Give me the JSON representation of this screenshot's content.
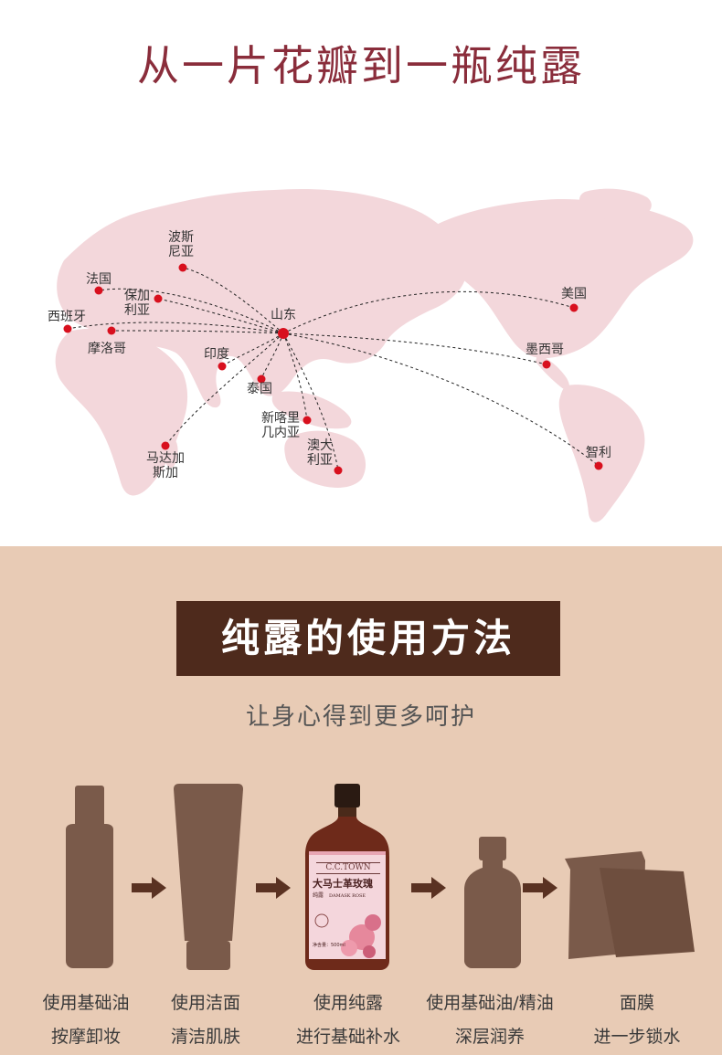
{
  "header": {
    "title": "从一片花瓣到一瓶纯露"
  },
  "map": {
    "hub": "山东",
    "places": [
      {
        "id": "bulgaria-north",
        "line1": "波斯",
        "line2": "尼亚"
      },
      {
        "id": "france",
        "line1": "法国",
        "line2": ""
      },
      {
        "id": "bulgaria",
        "line1": "保加",
        "line2": "利亚"
      },
      {
        "id": "spain",
        "line1": "西班牙",
        "line2": ""
      },
      {
        "id": "morocco",
        "line1": "摩洛哥",
        "line2": ""
      },
      {
        "id": "india",
        "line1": "印度",
        "line2": ""
      },
      {
        "id": "thailand",
        "line1": "泰国",
        "line2": ""
      },
      {
        "id": "png",
        "line1": "新喀里",
        "line2": "几内亚"
      },
      {
        "id": "australia",
        "line1": "澳大",
        "line2": "利亚"
      },
      {
        "id": "madagascar",
        "line1": "马达加",
        "line2": "斯加"
      },
      {
        "id": "usa",
        "line1": "美国",
        "line2": ""
      },
      {
        "id": "mexico",
        "line1": "墨西哥",
        "line2": ""
      },
      {
        "id": "chile",
        "line1": "智利",
        "line2": ""
      }
    ]
  },
  "usage": {
    "banner": "纯露的使用方法",
    "subtitle": "让身心得到更多呵护",
    "bottle_label": {
      "brand": "C.C.TOWN",
      "name": "大马士革玫瑰",
      "type": "纯露",
      "english": "DAMASK ROSE",
      "volume": "净含量：500ml"
    },
    "steps": [
      {
        "line1": "使用基础油",
        "line2": "按摩卸妆"
      },
      {
        "line1": "使用洁面",
        "line2": "清洁肌肤"
      },
      {
        "line1": "使用纯露",
        "line2": "进行基础补水"
      },
      {
        "line1": "使用基础油/精油",
        "line2": "深层润养"
      },
      {
        "line1": "面膜",
        "line2": "进一步锁水"
      }
    ]
  },
  "colors": {
    "title": "#8a2d3b",
    "map_land": "#f3d7db",
    "dot": "#d8101e",
    "bottom_bg": "#e8cbb5",
    "banner_bg": "#4e2a1c",
    "silhouette": "#7a5a4a",
    "arrow": "#5a3222"
  }
}
